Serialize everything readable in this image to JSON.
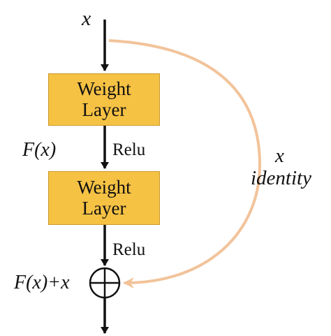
{
  "input_label": "x",
  "layers": [
    {
      "line1": "Weight",
      "line2": "Layer"
    },
    {
      "line1": "Weight",
      "line2": "Layer"
    }
  ],
  "activations": [
    "Relu",
    "Relu"
  ],
  "fx_label": "F(x)",
  "sum_label": "F(x)+x",
  "identity": {
    "var": "x",
    "label": "identity"
  },
  "colors": {
    "layer_fill": "#f6c244",
    "shortcut": "#f2c39a",
    "arrows": "#111111"
  }
}
